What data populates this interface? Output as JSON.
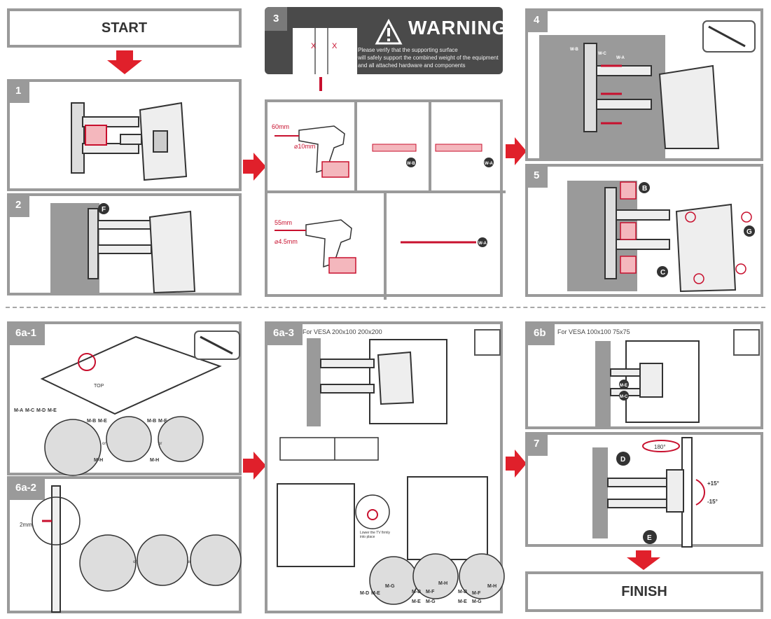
{
  "start_label": "START",
  "finish_label": "FINISH",
  "steps": {
    "s1": "1",
    "s2": "2",
    "s3": "3",
    "s4": "4",
    "s5": "5",
    "s6a1": "6a-1",
    "s6a2": "6a-2",
    "s6a3": "6a-3",
    "s6b": "6b",
    "s7": "7"
  },
  "warning": {
    "title": "WARNING",
    "line1": "Please verify that the supporting surface",
    "line2": "will safely support the combined weight of the equipment",
    "line3": "and all attached hardware and components",
    "mark": "X"
  },
  "drill": {
    "depth_concrete": "60mm",
    "bit_concrete": "⌀10mm",
    "depth_wood": "55mm",
    "bit_wood": "⌀4.5mm"
  },
  "parts": {
    "wb": "W-B",
    "wa": "W-A",
    "wc": "W-C",
    "b": "B",
    "c": "C",
    "d": "D",
    "e": "E",
    "f": "F",
    "g": "G",
    "ma": "M-A",
    "mc": "M-C",
    "md": "M-D",
    "me": "M-E",
    "mb": "M-B",
    "mh": "M-H",
    "mf": "M-F",
    "mg": "M-G",
    "or": "or"
  },
  "top_label": "TOP",
  "gap_label": "2mm",
  "vesa_6a3": "For VESA  200x100  200x200",
  "vesa_6b": "For VESA  100x100  75x75",
  "lower_note_1": "Lower the TV firmly",
  "lower_note_2": "into place",
  "rotation": {
    "swivel": "180°",
    "tilt_up": "+15°",
    "tilt_down": "-15°"
  }
}
